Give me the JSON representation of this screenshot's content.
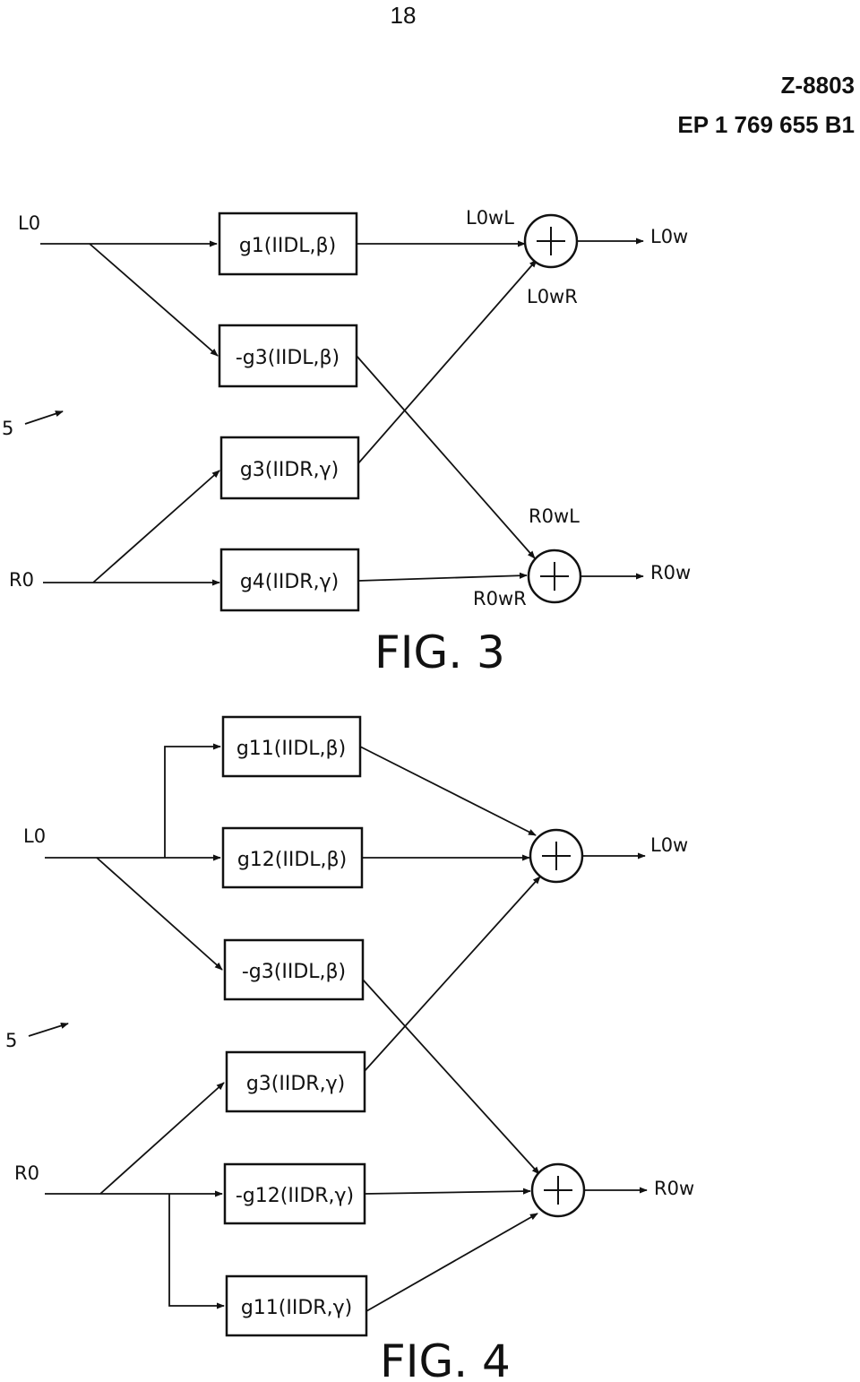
{
  "header": {
    "page_number": "18",
    "doc_code": "Z-8803",
    "publication": "EP 1 769 655 B1"
  },
  "fig3": {
    "caption": "FIG. 3",
    "ref_label": "5",
    "inputs": {
      "left": "L0",
      "right": "R0"
    },
    "boxes": [
      "g1(IIDL,β)",
      "-g3(IIDL,β)",
      "g3(IIDR,γ)",
      "g4(IIDR,γ)"
    ],
    "signals": {
      "l_owl": "L0wL",
      "l_owr": "L0wR",
      "r_owl": "R0wL",
      "r_owr": "R0wR"
    },
    "outputs": {
      "left": "L0w",
      "right": "R0w"
    }
  },
  "fig4": {
    "caption": "FIG. 4",
    "ref_label": "5",
    "inputs": {
      "left": "L0",
      "right": "R0"
    },
    "boxes": [
      "g11(IIDL,β)",
      "g12(IIDL,β)",
      "-g3(IIDL,β)",
      "g3(IIDR,γ)",
      "-g12(IIDR,γ)",
      "g11(IIDR,γ)"
    ],
    "outputs": {
      "left": "L0w",
      "right": "R0w"
    }
  }
}
